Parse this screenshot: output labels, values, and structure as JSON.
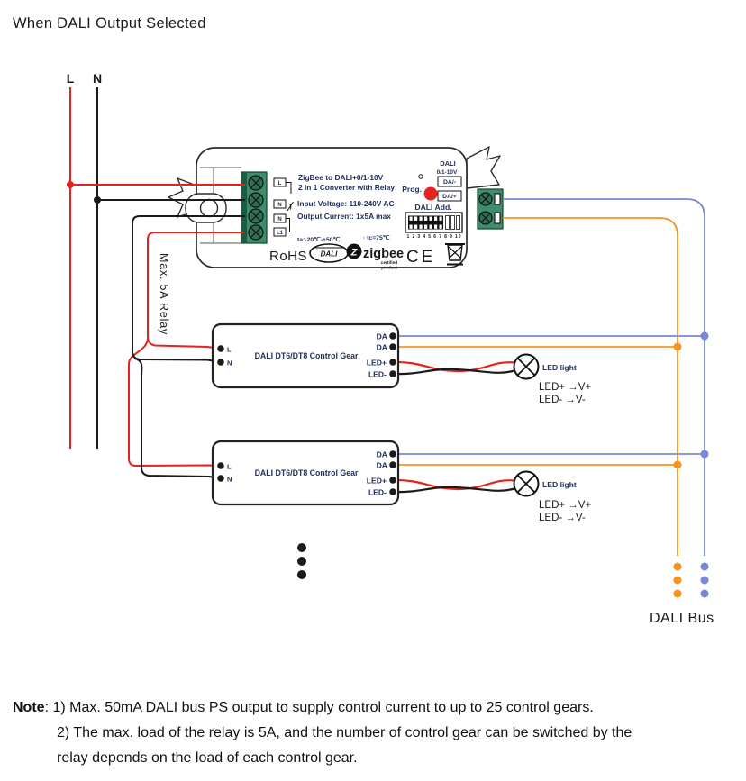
{
  "title": "When DALI Output Selected",
  "colors": {
    "wire_red": "#e4231e",
    "wire_black": "#1a1a1a",
    "wire_orange": "#f7941d",
    "wire_blue": "#7988d6",
    "terminal_green": "#3e8e6e",
    "terminal_green_dark": "#1e5c42",
    "prog_button_red": "#e8231f",
    "device_text_ink": "#20315b"
  },
  "power": {
    "l": "L",
    "n": "N"
  },
  "converter": {
    "name_line1": "ZigBee to DALI+0/1-10V",
    "name_line2": "2 in 1 Converter with Relay",
    "spec_line1": "Input Voltage: 110-240V AC",
    "spec_line2": "Output Current: 1x5A max",
    "temp_range": "ta:-20℃-+50℃",
    "temp_case": "· tc=75℃",
    "terminals": [
      "L",
      "N",
      "N",
      "L1"
    ],
    "prog_label": "Prog.",
    "dali_header": "DALI",
    "dali_header_sub": "0/1-10V",
    "da_minus": "DA/-",
    "da_plus": "DA/+",
    "dali_addr_label": "DALI Add.",
    "dip_numbers": "1 2 3 4 5 6 7 8 9 10",
    "rohs": "RoHS",
    "dali_logo": "DALI",
    "zigbee_z": "Z",
    "zigbee_logo": "zigbee",
    "zigbee_cert_line1": "certified",
    "zigbee_cert_line2": "product",
    "ce_mark": "CE"
  },
  "relay_label": "Max. 5A Relay",
  "gears": [
    {
      "title": "DALI DT6/DT8 Control Gear",
      "l": "L",
      "n": "N",
      "da1": "DA",
      "da2": "DA",
      "led_plus": "LED+",
      "led_minus": "LED-",
      "lamp_label": "LED light",
      "map_plus": "LED+ →V+",
      "map_minus": "LED- →V-"
    },
    {
      "title": "DALI DT6/DT8 Control Gear",
      "l": "L",
      "n": "N",
      "da1": "DA",
      "da2": "DA",
      "led_plus": "LED+",
      "led_minus": "LED-",
      "lamp_label": "LED light",
      "map_plus": "LED+ →V+",
      "map_minus": "LED- →V-"
    }
  ],
  "bus_label": "DALI Bus",
  "note": {
    "label": "Note",
    "line1": ": 1) Max. 50mA DALI bus PS output to supply control current to up to 25 control gears.",
    "line2": "2) The max. load of the relay is 5A, and the number of control gear can be switched by the",
    "line3": "relay depends on the load of each control gear."
  }
}
